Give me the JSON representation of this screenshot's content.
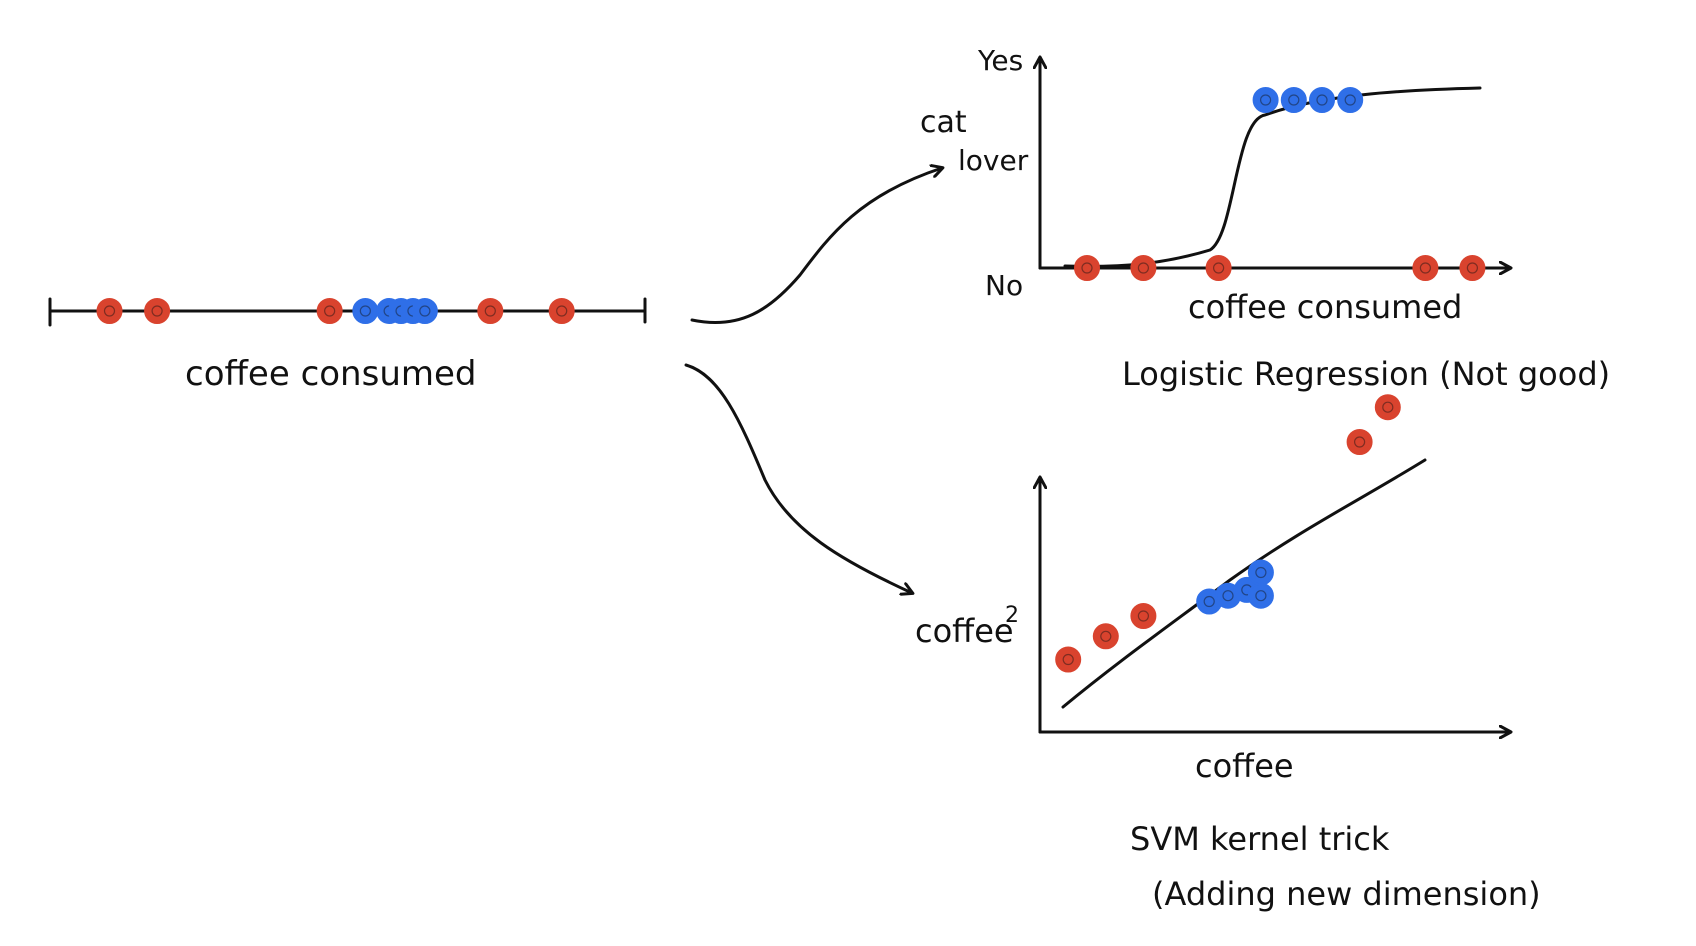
{
  "colors": {
    "ink": "#111111",
    "red": "#d9432e",
    "blue": "#2f6fe8",
    "background": "#ffffff"
  },
  "number_line": {
    "label": "coffee consumed",
    "points": [
      {
        "x": 0.1,
        "class": "red"
      },
      {
        "x": 0.18,
        "class": "red"
      },
      {
        "x": 0.47,
        "class": "red"
      },
      {
        "x": 0.53,
        "class": "blue"
      },
      {
        "x": 0.57,
        "class": "blue"
      },
      {
        "x": 0.59,
        "class": "blue"
      },
      {
        "x": 0.61,
        "class": "blue"
      },
      {
        "x": 0.63,
        "class": "blue"
      },
      {
        "x": 0.74,
        "class": "red"
      },
      {
        "x": 0.86,
        "class": "red"
      }
    ]
  },
  "logistic_plot": {
    "y_top_label": "Yes",
    "y_bottom_label": "No",
    "y_axis_label_line1": "cat",
    "y_axis_label_line2": "lover",
    "x_axis_label": "coffee consumed",
    "caption": "Logistic Regression (Not good)",
    "points": [
      {
        "x": 0.1,
        "y": 0,
        "class": "red"
      },
      {
        "x": 0.22,
        "class": "red",
        "y": 0
      },
      {
        "x": 0.38,
        "y": 0,
        "class": "red"
      },
      {
        "x": 0.48,
        "y": 1,
        "class": "blue"
      },
      {
        "x": 0.54,
        "y": 1,
        "class": "blue"
      },
      {
        "x": 0.6,
        "y": 1,
        "class": "blue"
      },
      {
        "x": 0.66,
        "y": 1,
        "class": "blue"
      },
      {
        "x": 0.82,
        "y": 0,
        "class": "red"
      },
      {
        "x": 0.92,
        "y": 0,
        "class": "red"
      }
    ]
  },
  "svm_plot": {
    "y_axis_label": "coffee",
    "y_axis_superscript": "2",
    "x_axis_label": "coffee",
    "caption_line1": "SVM kernel trick",
    "caption_line2": "(Adding new dimension)",
    "points": [
      {
        "x": 0.06,
        "y": 0.25,
        "class": "red"
      },
      {
        "x": 0.14,
        "y": 0.33,
        "class": "red"
      },
      {
        "x": 0.22,
        "y": 0.4,
        "class": "red"
      },
      {
        "x": 0.36,
        "y": 0.45,
        "class": "blue"
      },
      {
        "x": 0.4,
        "y": 0.47,
        "class": "blue"
      },
      {
        "x": 0.44,
        "y": 0.49,
        "class": "blue"
      },
      {
        "x": 0.47,
        "y": 0.47,
        "class": "blue"
      },
      {
        "x": 0.47,
        "y": 0.55,
        "class": "blue"
      },
      {
        "x": 0.68,
        "y": 1.0,
        "class": "red"
      },
      {
        "x": 0.74,
        "y": 1.12,
        "class": "red"
      }
    ]
  }
}
